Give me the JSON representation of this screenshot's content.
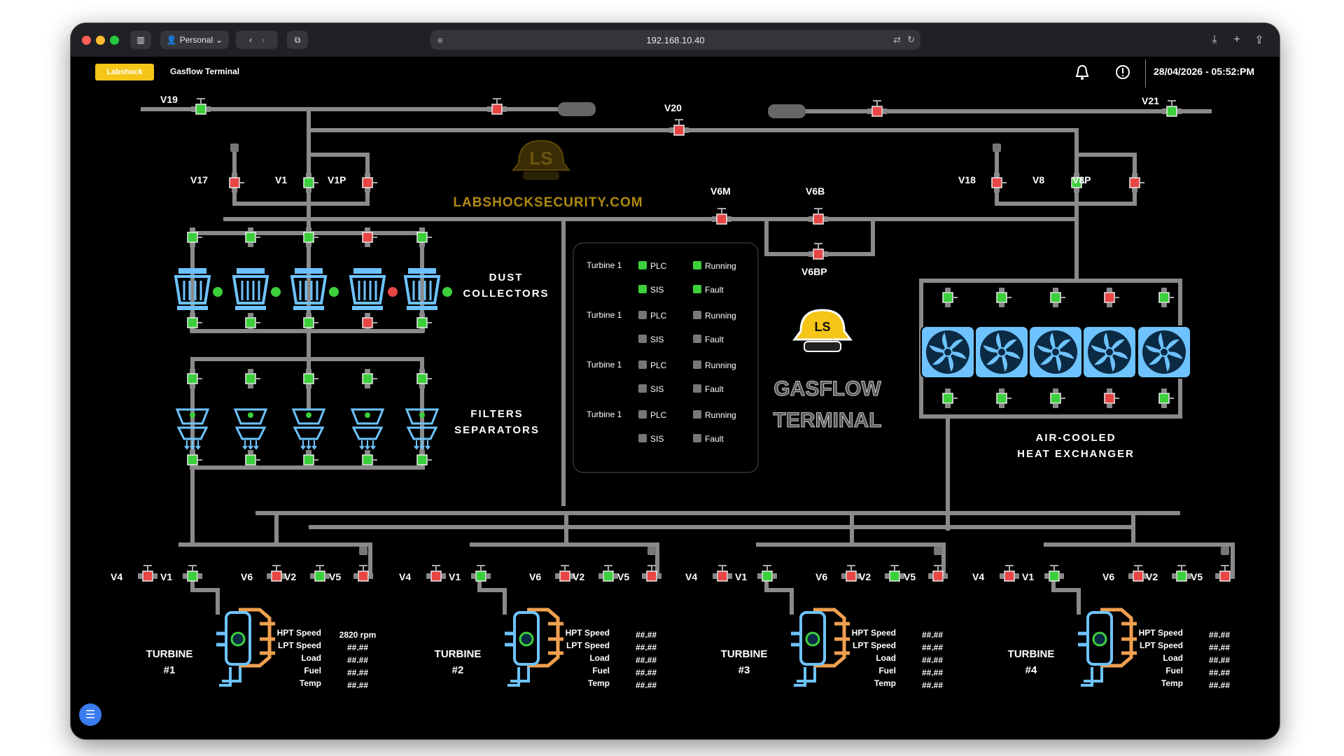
{
  "browser": {
    "profile_label": "Personal",
    "url": "192.168.10.40"
  },
  "app": {
    "badge": "Labshock",
    "title": "Gasflow Terminal",
    "datetime": "28/04/2026 - 05:52:PM"
  },
  "brand": {
    "logo_letters": "LS",
    "watermark": "LABSHOCKSECURITY.COM",
    "terminal_line1": "GASFLOW",
    "terminal_line2": "TERMINAL"
  },
  "sections": {
    "dust_line1": "DUST",
    "dust_line2": "COLLECTORS",
    "filters_line1": "FILTERS",
    "filters_line2": "SEPARATORS",
    "acc_line1": "AIR-COOLED",
    "acc_line2": "HEAT EXCHANGER"
  },
  "header_valves": {
    "v19": "V19",
    "v20": "V20",
    "v21": "V21",
    "v17": "V17",
    "v1": "V1",
    "v1p": "V1P",
    "v18": "V18",
    "v8": "V8",
    "v8p": "V8P",
    "v6m": "V6M",
    "v6b": "V6B",
    "v6bp": "V6BP"
  },
  "status_panel": [
    {
      "title": "Turbine 1",
      "plc": "PLC",
      "sis": "SIS",
      "running": "Running",
      "fault": "Fault",
      "plc_color": "#3ccf3c",
      "sis_color": "#3ccf3c",
      "running_color": "#3ccf3c",
      "fault_color": "#3ccf3c"
    },
    {
      "title": "Turbine 1",
      "plc": "PLC",
      "sis": "SIS",
      "running": "Running",
      "fault": "Fault",
      "plc_color": "#777777",
      "sis_color": "#777777",
      "running_color": "#777777",
      "fault_color": "#777777"
    },
    {
      "title": "Turbine 1",
      "plc": "PLC",
      "sis": "SIS",
      "running": "Running",
      "fault": "Fault",
      "plc_color": "#777777",
      "sis_color": "#777777",
      "running_color": "#777777",
      "fault_color": "#777777"
    },
    {
      "title": "Turbine 1",
      "plc": "PLC",
      "sis": "SIS",
      "running": "Running",
      "fault": "Fault",
      "plc_color": "#777777",
      "sis_color": "#777777",
      "running_color": "#777777",
      "fault_color": "#777777"
    }
  ],
  "metric_labels": {
    "hpt": "HPT Speed",
    "lpt": "LPT Speed",
    "load": "Load",
    "fuel": "Fuel",
    "temp": "Temp"
  },
  "turbines": [
    {
      "name_line1": "TURBINE",
      "name_line2": "#1",
      "v4": "V4",
      "v1": "V1",
      "v6": "V6",
      "v2": "V2",
      "v5": "V5",
      "hpt": "2820 rpm",
      "lpt": "##.##",
      "load": "##.##",
      "fuel": "##.##",
      "temp": "##.##"
    },
    {
      "name_line1": "TURBINE",
      "name_line2": "#2",
      "v4": "V4",
      "v1": "V1",
      "v6": "V6",
      "v2": "V2",
      "v5": "V5",
      "hpt": "##.##",
      "lpt": "##.##",
      "load": "##.##",
      "fuel": "##.##",
      "temp": "##.##"
    },
    {
      "name_line1": "TURBINE",
      "name_line2": "#3",
      "v4": "V4",
      "v1": "V1",
      "v6": "V6",
      "v2": "V2",
      "v5": "V5",
      "hpt": "##.##",
      "lpt": "##.##",
      "load": "##.##",
      "fuel": "##.##",
      "temp": "##.##"
    },
    {
      "name_line1": "TURBINE",
      "name_line2": "#4",
      "v4": "V4",
      "v1": "V1",
      "v6": "V6",
      "v2": "V2",
      "v5": "V5",
      "hpt": "##.##",
      "lpt": "##.##",
      "load": "##.##",
      "fuel": "##.##",
      "temp": "##.##"
    }
  ],
  "colors": {
    "pipe": "#8a8a8a",
    "valve_open": "#3ccf3c",
    "valve_closed": "#e84545",
    "equipment_blue": "#6ec3ff",
    "turbine_orange": "#f0a050",
    "accent_yellow": "#f5c518",
    "dust_dots": [
      "#3ccf3c",
      "#3ccf3c",
      "#3ccf3c",
      "#e84545",
      "#3ccf3c"
    ]
  }
}
